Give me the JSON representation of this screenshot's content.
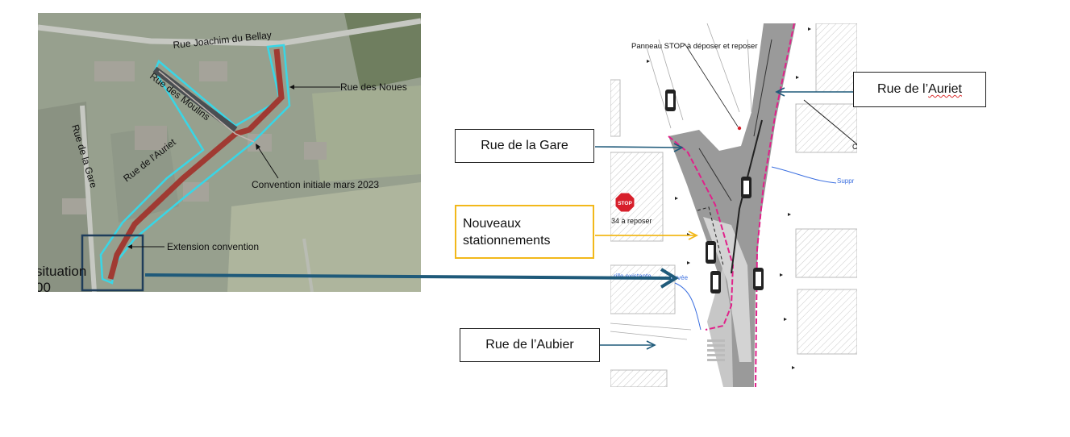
{
  "aerial_map": {
    "labels": {
      "rue_joachim": "Rue Joachim du Bellay",
      "rue_noues": "Rue des Noues",
      "rue_moulins": "Rue des Moulins",
      "rue_auriet": "Rue de l'Auriet",
      "rue_gare": "Rue de la Gare",
      "convention": "Convention initiale mars 2023",
      "extension": "Extension convention",
      "situation": "situation",
      "scale_partial": "00"
    }
  },
  "plan": {
    "labels": {
      "stop_panel": "Panneau STOP à déposer et reposer",
      "stop_sign": "STOP",
      "reposer": "34 à reposer",
      "existing": "rille existante",
      "reserved": "servée",
      "suppr": "Suppr",
      "c_letter": "C"
    }
  },
  "callouts": {
    "auriet": {
      "before": "Rue de l’",
      "underlined": "Auriet"
    },
    "gare": "Rue de la Gare",
    "stationnements": [
      "Nouveaux",
      "stationnements"
    ],
    "aubier": "Rue de l’Aubier"
  },
  "colors": {
    "arrow_blue": "#1f5a7a",
    "arrow_yellow": "#f2b81a",
    "road_red": "#a03a32",
    "cyan_outline": "#39d6e6",
    "pink_border": "#e0218a",
    "plan_road": "#9a9a9a",
    "stop_red": "#d71f2b"
  }
}
